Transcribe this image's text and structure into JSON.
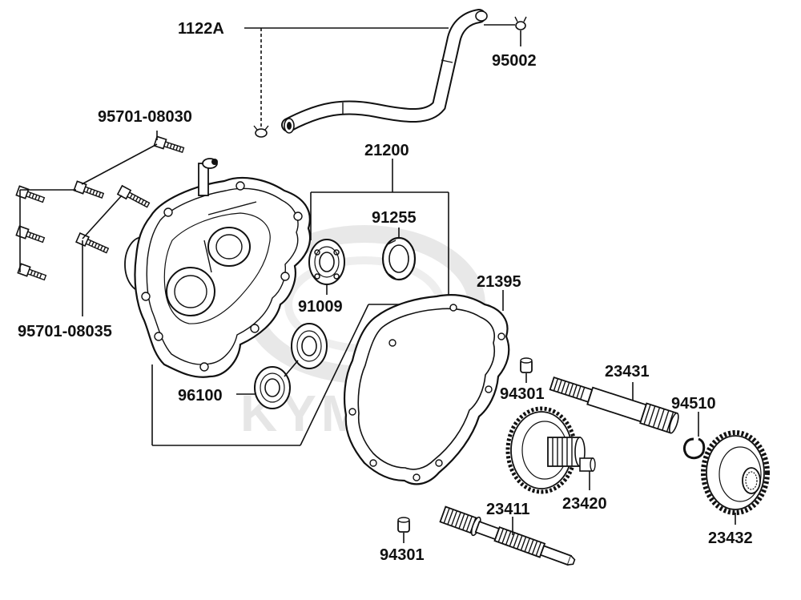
{
  "labels": {
    "hose": "1122A",
    "clamp": "95002",
    "bolt_a": "95701-08030",
    "bolt_b": "95701-08035",
    "cover_kit": "21200",
    "oil_seal": "91255",
    "bearing_upper": "91009",
    "bearing_lower": "96100",
    "gasket": "21395",
    "pin_right": "94301",
    "pin_bottom": "94301",
    "counter_shaft": "23431",
    "circlip": "94510",
    "gear_shaft": "23420",
    "drive_shaft": "23411",
    "final_gear": "23432"
  },
  "watermark": {
    "brand": "KYMCO",
    "color": "#e6e6e6"
  },
  "colors": {
    "ink": "#111111",
    "paper": "#ffffff"
  }
}
